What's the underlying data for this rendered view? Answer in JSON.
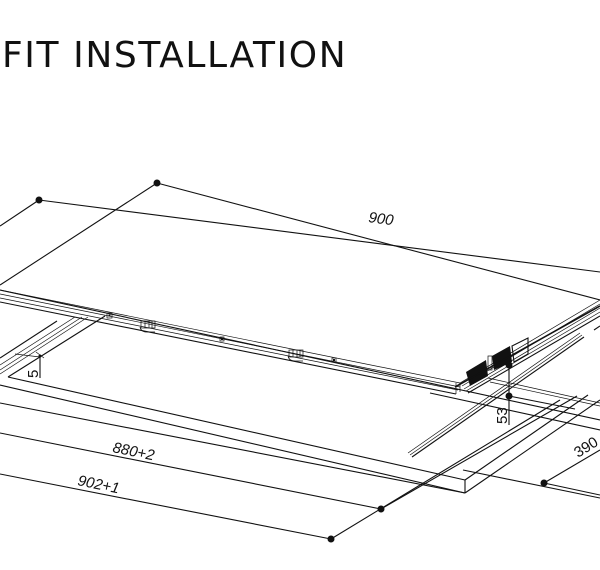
{
  "page": {
    "title": "FIT INSTALLATION"
  },
  "diagram": {
    "type": "technical-isometric-drawing",
    "subject": "built-in hob installation into worktop cut-out",
    "dimensions": {
      "hob_width": "900",
      "cutout_width": "880+2",
      "recess_width": "902+1",
      "cutout_depth": "390",
      "hob_height": "53",
      "recess_depth": "5"
    },
    "colors": {
      "line": "#111111",
      "background": "#ffffff"
    }
  }
}
